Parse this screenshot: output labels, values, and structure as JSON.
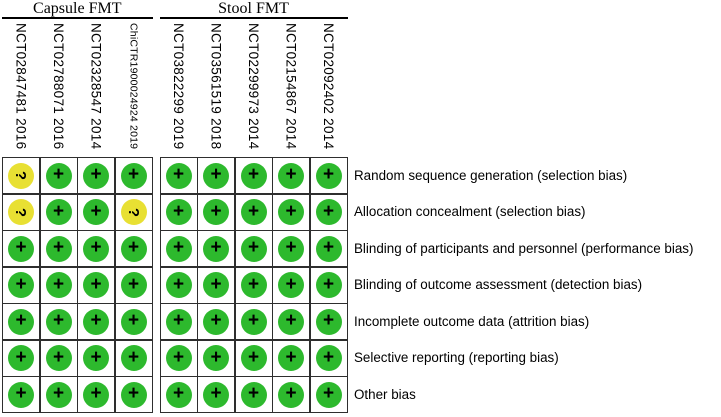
{
  "figure": {
    "groups": [
      {
        "title": "Capsule FMT",
        "studies": [
          "NCT02847481 2016",
          "NCT02788071 2016",
          "NCT02328547 2014",
          "ChiCTR1900024924 2019"
        ],
        "judgements": [
          [
            "unclear",
            "low",
            "low",
            "low"
          ],
          [
            "unclear",
            "low",
            "low",
            "unclear"
          ],
          [
            "low",
            "low",
            "low",
            "low"
          ],
          [
            "low",
            "low",
            "low",
            "low"
          ],
          [
            "low",
            "low",
            "low",
            "low"
          ],
          [
            "low",
            "low",
            "low",
            "low"
          ],
          [
            "low",
            "low",
            "low",
            "low"
          ]
        ]
      },
      {
        "title": "Stool FMT",
        "studies": [
          "NCT03822299 2019",
          "NCT03561519 2018",
          "NCT02299973 2014",
          "NCT02154867 2014",
          "NCT02092402 2014"
        ],
        "judgements": [
          [
            "low",
            "low",
            "low",
            "low",
            "low"
          ],
          [
            "low",
            "low",
            "low",
            "low",
            "low"
          ],
          [
            "low",
            "low",
            "low",
            "low",
            "low"
          ],
          [
            "low",
            "low",
            "low",
            "low",
            "low"
          ],
          [
            "low",
            "low",
            "low",
            "low",
            "low"
          ],
          [
            "low",
            "low",
            "low",
            "low",
            "low"
          ],
          [
            "low",
            "low",
            "low",
            "low",
            "low"
          ]
        ]
      }
    ],
    "row_labels": [
      "Random sequence generation (selection bias)",
      "Allocation concealment (selection bias)",
      "Blinding of participants and personnel (performance bias)",
      "Blinding of outcome assessment (detection bias)",
      "Incomplete outcome data (attrition bias)",
      "Selective reporting (reporting bias)",
      "Other bias"
    ],
    "symbols": {
      "low": "+",
      "unclear": "?"
    },
    "colors": {
      "low": "#2db92d",
      "unclear": "#e8e033",
      "grid_line": "#2e2e2e"
    }
  },
  "chart_data": {
    "type": "heatmap",
    "columns": [
      {
        "group": "Capsule FMT",
        "study": "NCT02847481 2016"
      },
      {
        "group": "Capsule FMT",
        "study": "NCT02788071 2016"
      },
      {
        "group": "Capsule FMT",
        "study": "NCT02328547 2014"
      },
      {
        "group": "Capsule FMT",
        "study": "ChiCTR1900024924 2019"
      },
      {
        "group": "Stool FMT",
        "study": "NCT03822299 2019"
      },
      {
        "group": "Stool FMT",
        "study": "NCT03561519 2018"
      },
      {
        "group": "Stool FMT",
        "study": "NCT02299973 2014"
      },
      {
        "group": "Stool FMT",
        "study": "NCT02154867 2014"
      },
      {
        "group": "Stool FMT",
        "study": "NCT02092402 2014"
      }
    ],
    "rows": [
      "Random sequence generation (selection bias)",
      "Allocation concealment (selection bias)",
      "Blinding of participants and personnel (performance bias)",
      "Blinding of outcome assessment (detection bias)",
      "Incomplete outcome data (attrition bias)",
      "Selective reporting (reporting bias)",
      "Other bias"
    ],
    "values": [
      [
        "?",
        "+",
        "+",
        "+",
        "+",
        "+",
        "+",
        "+",
        "+"
      ],
      [
        "?",
        "+",
        "+",
        "?",
        "+",
        "+",
        "+",
        "+",
        "+"
      ],
      [
        "+",
        "+",
        "+",
        "+",
        "+",
        "+",
        "+",
        "+",
        "+"
      ],
      [
        "+",
        "+",
        "+",
        "+",
        "+",
        "+",
        "+",
        "+",
        "+"
      ],
      [
        "+",
        "+",
        "+",
        "+",
        "+",
        "+",
        "+",
        "+",
        "+"
      ],
      [
        "+",
        "+",
        "+",
        "+",
        "+",
        "+",
        "+",
        "+",
        "+"
      ],
      [
        "+",
        "+",
        "+",
        "+",
        "+",
        "+",
        "+",
        "+",
        "+"
      ]
    ],
    "value_colors": {
      "+": "#2db92d",
      "?": "#e8e033"
    },
    "layout": {
      "grid": true,
      "legend_position": "none"
    }
  }
}
